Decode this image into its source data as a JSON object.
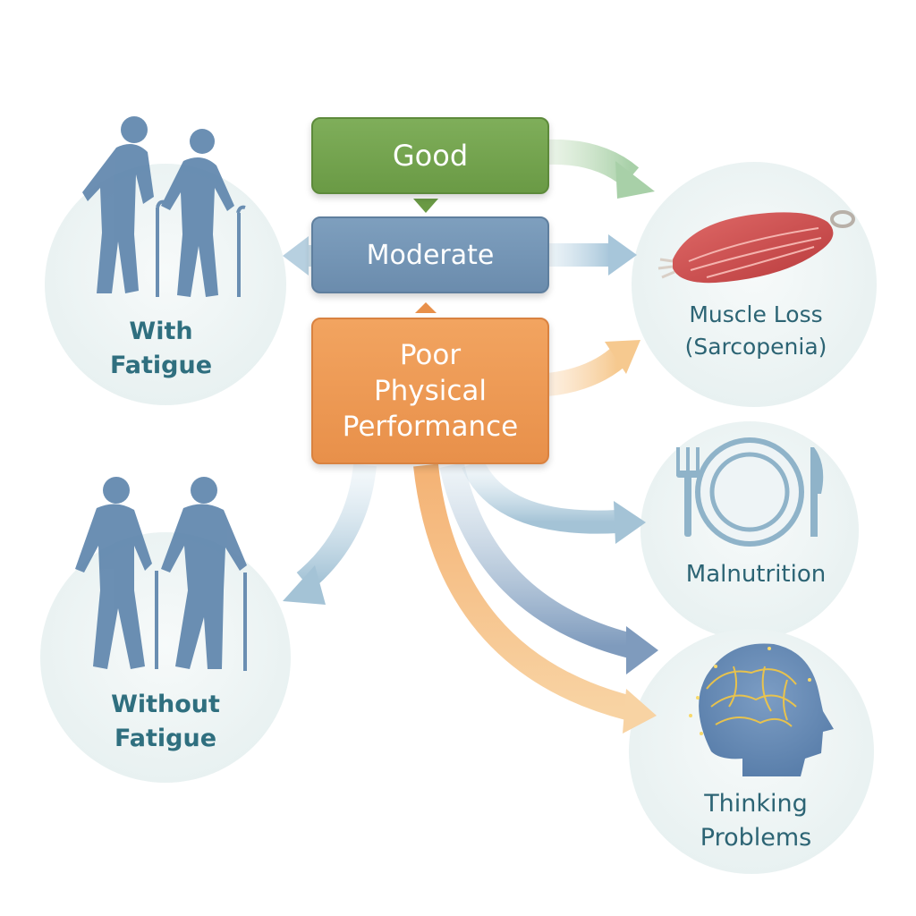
{
  "levels": {
    "good": "Good",
    "moderate": "Moderate",
    "poor": "Poor\nPhysical\nPerformance"
  },
  "groups": {
    "with_fatigue": "With\nFatigue",
    "without_fatigue": "Without\nFatigue"
  },
  "outcomes": {
    "muscle_loss": "Muscle Loss\n(Sarcopenia)",
    "malnutrition": "Malnutrition",
    "thinking": "Thinking\nProblems"
  },
  "icons": [
    "elderly-people-with-canes-icon",
    "muscle-icon",
    "plate-fork-knife-icon",
    "brain-head-icon"
  ],
  "colors": {
    "good": "#6a9a45",
    "moderate": "#6b8cad",
    "poor": "#e8904a",
    "label_text": "#2f6f7f",
    "figure": "#5f86ad",
    "circle_bg": "#eef4f4"
  }
}
